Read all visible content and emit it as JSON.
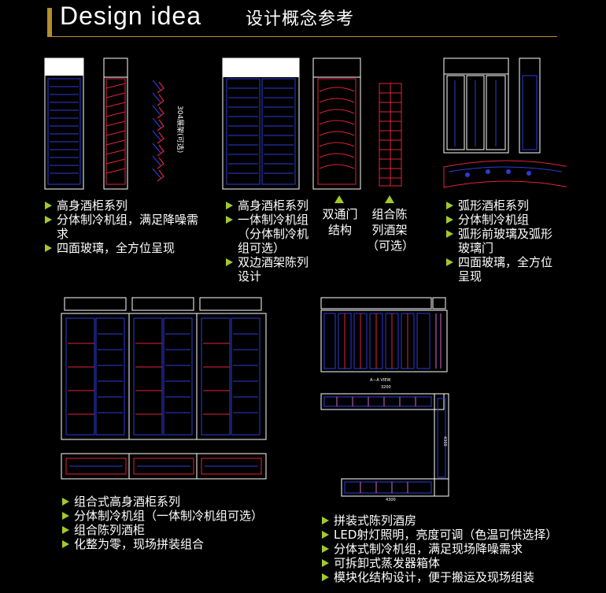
{
  "header": {
    "title_en": "Design idea",
    "title_cn": "设计概念参考"
  },
  "drawings": {
    "vertical_rack_label": "304展架(可选)",
    "section_view_label": "A—A VIEW",
    "dim_top": "3200",
    "dim_side": "4300",
    "dim_bottom": "4300"
  },
  "section1": {
    "items": [
      "高身酒柜系列",
      "分体制冷机组，满足降噪需求",
      "四面玻璃，全方位呈现"
    ]
  },
  "section2": {
    "items": [
      "高身酒柜系列",
      "一体制冷机组（分体制冷机组可选）",
      "双边酒架陈列设计"
    ],
    "caption_a": "双通门结构",
    "caption_b": "组合陈列酒架（可选）"
  },
  "section3": {
    "items": [
      "弧形酒柜系列",
      "分体制冷机组",
      "弧形前玻璃及弧形玻璃门",
      "四面玻璃，全方位呈现"
    ]
  },
  "section4": {
    "items": [
      "组合式高身酒柜系列",
      "分体制冷机组（一体制冷机组可选）",
      "组合陈列酒柜",
      "化整为零，现场拼装组合"
    ]
  },
  "section5": {
    "items": [
      "拼装式陈列酒房",
      "LED射灯照明，亮度可调（色温可供选择）",
      "分体式制冷机组，满足现场降噪需求",
      "可拆卸式蒸发器箱体",
      "模块化结构设计，便于搬运及现场组装"
    ]
  },
  "colors": {
    "accent_gold": "#b58d2b",
    "bullet_green": "#a3c92a",
    "drawing_blue": "#2e3bd6",
    "drawing_red": "#e0243a",
    "drawing_white": "#ffffff"
  }
}
